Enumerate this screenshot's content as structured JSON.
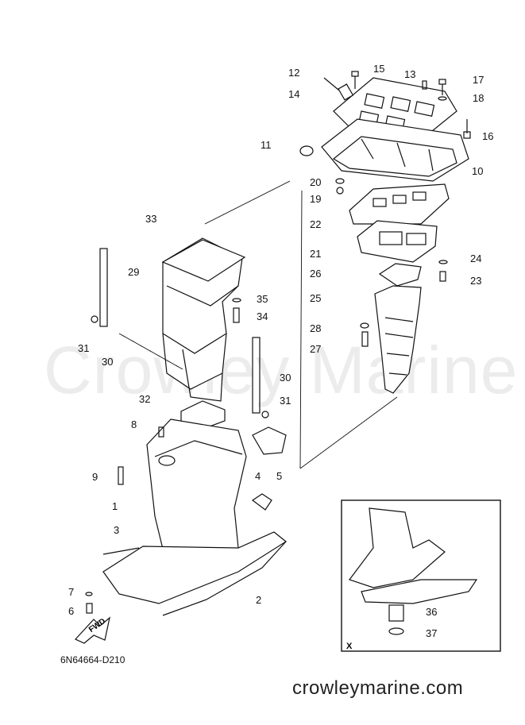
{
  "watermark": "Crowley Marine",
  "diagram_code": "6N64664-D210",
  "site_footer": "crowleymarine.com",
  "inset_label": "X",
  "fwd_label": "FWD",
  "callouts": {
    "p1": "1",
    "p2": "2",
    "p3": "3",
    "p4": "4",
    "p5": "5",
    "p6": "6",
    "p7": "7",
    "p8": "8",
    "p9": "9",
    "p10": "10",
    "p11": "11",
    "p12": "12",
    "p13": "13",
    "p14": "14",
    "p15": "15",
    "p16": "16",
    "p17": "17",
    "p18": "18",
    "p19": "19",
    "p20": "20",
    "p21": "21",
    "p22": "22",
    "p23": "23",
    "p24": "24",
    "p25": "25",
    "p26": "26",
    "p27": "27",
    "p28": "28",
    "p29": "29",
    "p30a": "30",
    "p30b": "30",
    "p31a": "31",
    "p31b": "31",
    "p32": "32",
    "p33": "33",
    "p34": "34",
    "p35": "35",
    "p36": "36",
    "p37": "37"
  }
}
